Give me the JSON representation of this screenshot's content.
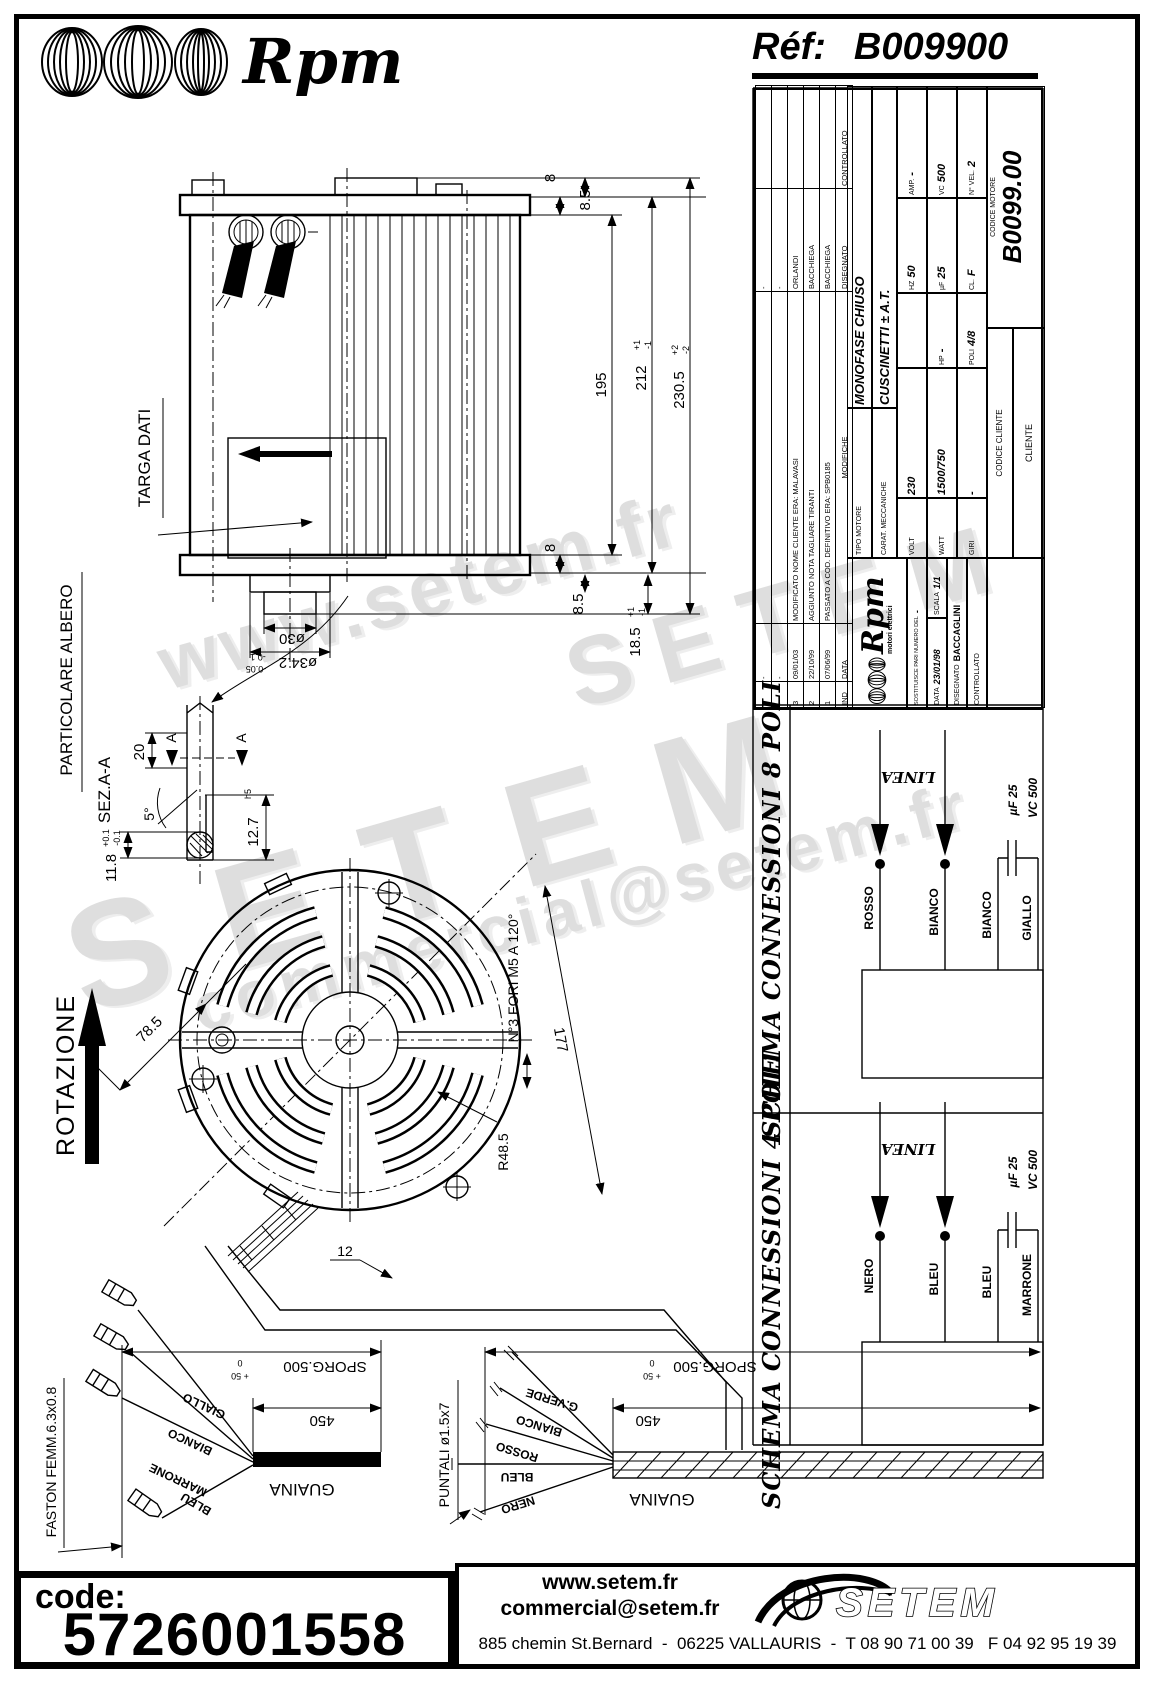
{
  "header": {
    "brand": "Rpm",
    "ref_label": "Réf:",
    "ref_value": "B009900"
  },
  "watermark": {
    "site": "www.setem.fr",
    "brand": "SETEM",
    "email": "commercial@setem.fr"
  },
  "side_view": {
    "targa_dati": "TARGA DATI",
    "dim_8_top": "8",
    "dim_85_top": "8.5",
    "dim_195": "195",
    "dim_212": "212",
    "dim_212_p": "+1",
    "dim_212_m": "-1",
    "dim_2305": "230.5",
    "dim_2305_p": "+2",
    "dim_2305_m": "-2",
    "dim_8_bot": "8",
    "dim_85_bot": "8.5",
    "dim_185": "18.5",
    "dim_185_p": "+1",
    "dim_185_m": "-1",
    "dim_d30": "ø30",
    "dim_d342": "ø34.2",
    "dim_d342_p": "-0.1",
    "dim_d342_m": "-0.05"
  },
  "shaft_detail": {
    "title": "PARTICOLARE ALBERO",
    "section": "SEZ.A-A",
    "section_mark": "A",
    "dim_20": "20",
    "dim_5deg": "5°",
    "dim_127": "12.7",
    "dim_127_suffix": "h5",
    "dim_118": "11.8",
    "dim_118_p": "+0.1",
    "dim_118_m": "-0.1"
  },
  "front_view": {
    "rotation_label": "ROTAZIONE",
    "dim_785": "78.5",
    "dim_177": "177",
    "holes_note": "N°3 FORI M5 A 120°",
    "dim_r485": "R48.5",
    "dim_12": "12"
  },
  "cable_left": {
    "title": "FASTON FEMM.6.3x0.8",
    "wires": [
      "GIALLO",
      "BIANCO",
      "MARRONE",
      "BLEU"
    ],
    "guaina": "GUAINA",
    "dim_450": "450",
    "sporg": "SPORG.500",
    "sporg_p": "+ 50",
    "sporg_m": "0"
  },
  "cable_mid": {
    "title": "PUNTALI ø1.5x7",
    "wires": [
      "G.VERDE",
      "BIANCO",
      "ROSSO",
      "BLEU",
      "NERO"
    ],
    "guaina": "GUAINA",
    "dim_450": "450",
    "sporg": "SPORG.500",
    "sporg_p": "+ 50",
    "sporg_m": "0"
  },
  "schemas": {
    "s8": {
      "title": "SCHEMA CONNESSIONI 8 POLI",
      "linea": "LINEA",
      "wires": [
        "ROSSO",
        "BIANCO",
        "BIANCO",
        "GIALLO"
      ],
      "uf": "µF 25",
      "vc": "VC 500"
    },
    "s4": {
      "title": "SCHEMA CONNESSIONI 4 POLI",
      "linea": "LINEA",
      "wires": [
        "NERO",
        "BLEU",
        "BLEU",
        "MARRONE"
      ],
      "uf": "µF 25",
      "vc": "VC 500"
    }
  },
  "title_block": {
    "mod_header": {
      "ind": "IND",
      "date": "DATA",
      "modifiche": "MODIFICHE",
      "disegnato": "DISEGNATO",
      "controllato": "CONTROLLATO"
    },
    "mod_rows": [
      {
        "ind": "-",
        "date": "-",
        "modifiche": "",
        "disegnato": "-",
        "controllato": ""
      },
      {
        "ind": "-",
        "date": "-",
        "modifiche": "",
        "disegnato": "-",
        "controllato": ""
      },
      {
        "ind": "3",
        "date": "09/01/03",
        "modifiche": "MODIFICATO NOME CLIENTE ERA: MALAVASI",
        "disegnato": "ORLANDI",
        "controllato": ""
      },
      {
        "ind": "2",
        "date": "22/10/99",
        "modifiche": "AGGIUNTO NOTA TAGLIARE TIRANTI",
        "disegnato": "BACCHIEGA",
        "controllato": ""
      },
      {
        "ind": "1",
        "date": "07/06/99",
        "modifiche": "PASSATO A COD. DEFINITIVO ERA: SPB0185",
        "disegnato": "BACCHIEGA",
        "controllato": ""
      }
    ],
    "tipo_label": "TIPO MOTORE",
    "tipo_value": "MONOFASE CHIUSO",
    "carat_label": "CARAT. MECCANICHE",
    "carat_value": "CUSCINETTI ± A.T.",
    "volt_label": "VOLT",
    "volt": "230",
    "hz_label": "HZ",
    "hz": "50",
    "amp_label": "AMP.",
    "amp": "-",
    "watt_label": "WATT",
    "watt": "1500/750",
    "hp_label": "HP",
    "hp": "-",
    "uf_label": "µF",
    "uf": "25",
    "vc_label": "VC",
    "vc": "500",
    "giri_label": "GIRI",
    "giri": "-",
    "poli_label": "POLI",
    "poli": "4/8",
    "cl_label": "CL.",
    "cl": "F",
    "nvel_label": "N° VEL.",
    "nvel": "2",
    "logo_brand": "Rpm",
    "logo_sub": "motori elettrici",
    "sostituisce_label": "SOSTITUISCE PARI NUMERO DEL",
    "sostituisce_value": "-",
    "data_label": "DATA",
    "data_value": "23/01/98",
    "scala_label": "SCALA",
    "scala_value": "1/1",
    "disegnato_label": "DISEGNATO",
    "disegnato_value": "BACCAGLINI",
    "controllato_label": "CONTROLLATO",
    "controllato_value": "",
    "codice_cliente_label": "CODICE CLIENTE",
    "cliente_label": "CLIENTE",
    "codice_motore_label": "CODICE MOTORE",
    "codice_motore_value": "B0099.00"
  },
  "footer": {
    "code_label": "code:",
    "code_value": "5726001558",
    "site": "www.setem.fr",
    "email": "commercial@setem.fr",
    "brand": "SETEM",
    "address": "885 chemin St.Bernard  -  06225 VALLAURIS  -  T 08 90 71 00 39   F 04 92 95 19 39"
  }
}
